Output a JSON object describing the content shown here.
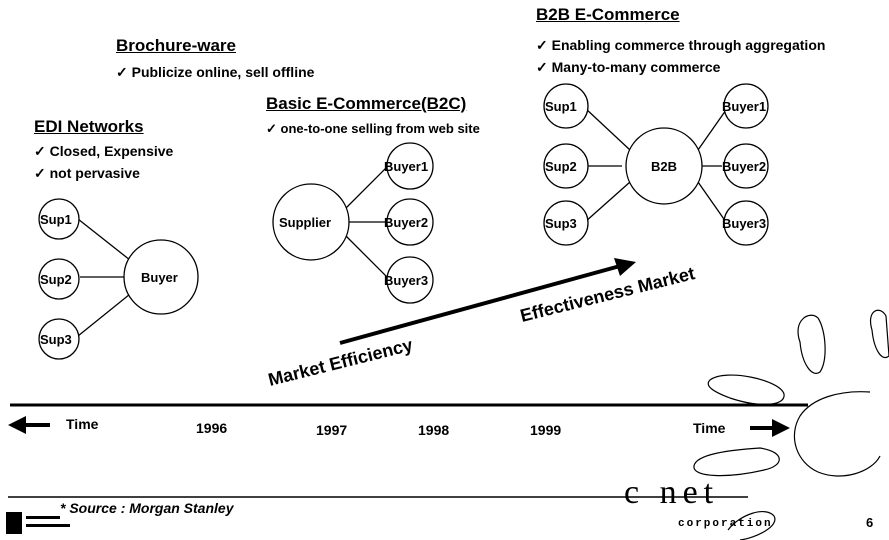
{
  "sections": {
    "edi": {
      "title": "EDI Networks",
      "bullets": [
        "✓ Closed, Expensive",
        "✓ not pervasive"
      ],
      "suppliers": [
        "Sup1",
        "Sup2",
        "Sup3"
      ],
      "hub": "Buyer"
    },
    "brochure": {
      "title": "Brochure-ware",
      "bullets": [
        "✓ Publicize online, sell offline"
      ]
    },
    "b2c": {
      "title": "Basic E-Commerce(B2C)",
      "bullets": [
        "✓ one-to-one selling from web site"
      ],
      "hub": "Supplier",
      "buyers": [
        "Buyer1",
        "Buyer2",
        "Buyer3"
      ]
    },
    "b2b": {
      "title": "B2B E-Commerce",
      "bullets": [
        "✓ Enabling commerce through aggregation",
        "✓ Many-to-many commerce"
      ],
      "suppliers": [
        "Sup1",
        "Sup2",
        "Sup3"
      ],
      "hub": "B2B",
      "buyers": [
        "Buyer1",
        "Buyer2",
        "Buyer3"
      ]
    }
  },
  "trend": {
    "market_efficiency": "Market Efficiency",
    "effectiveness_market": "Effectiveness Market"
  },
  "timeline": {
    "left_label": "Time",
    "right_label": "Time",
    "years": [
      "1996",
      "1997",
      "1998",
      "1999"
    ]
  },
  "footer": {
    "source": "* Source : Morgan Stanley",
    "logo_text": "c net",
    "logo_sub": "corporation",
    "page_number": "6"
  },
  "colors": {
    "ink": "#000000",
    "background": "#ffffff"
  }
}
